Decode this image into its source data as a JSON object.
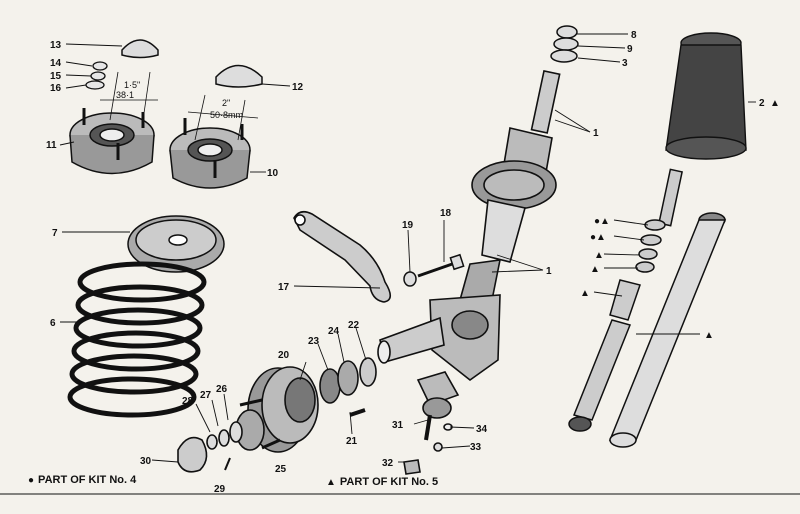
{
  "callouts": {
    "c1a": "1",
    "c1b": "1",
    "c2": "2",
    "c3": "3",
    "c6": "6",
    "c7": "7",
    "c8": "8",
    "c9": "9",
    "c10": "10",
    "c11": "11",
    "c12": "12",
    "c13": "13",
    "c14": "14",
    "c15": "15",
    "c16": "16",
    "c17": "17",
    "c18": "18",
    "c19": "19",
    "c20": "20",
    "c21": "21",
    "c22": "22",
    "c23": "23",
    "c24": "24",
    "c25": "25",
    "c26": "26",
    "c27": "27",
    "c28": "28",
    "c29": "29",
    "c30": "30",
    "c31": "31",
    "c32": "32",
    "c33": "33",
    "c34": "34"
  },
  "dimensions": {
    "small_imperial": "1·5\"",
    "small_metric": "38·1",
    "large_imperial": "2\"",
    "large_metric": "50·8mm"
  },
  "legend": {
    "kit4_mark": "●",
    "kit4": "PART OF KIT No. 4",
    "kit5_mark": "▲",
    "kit5": "PART OF KIT No. 5"
  },
  "part2_mark": "▲",
  "strut_marks": [
    "●▲",
    "●▲",
    "▲",
    "▲",
    "▲"
  ],
  "tube_mark": "▲",
  "colors": {
    "ink": "#111111",
    "paper": "#f4f2ec",
    "shade": "#9a968e"
  }
}
